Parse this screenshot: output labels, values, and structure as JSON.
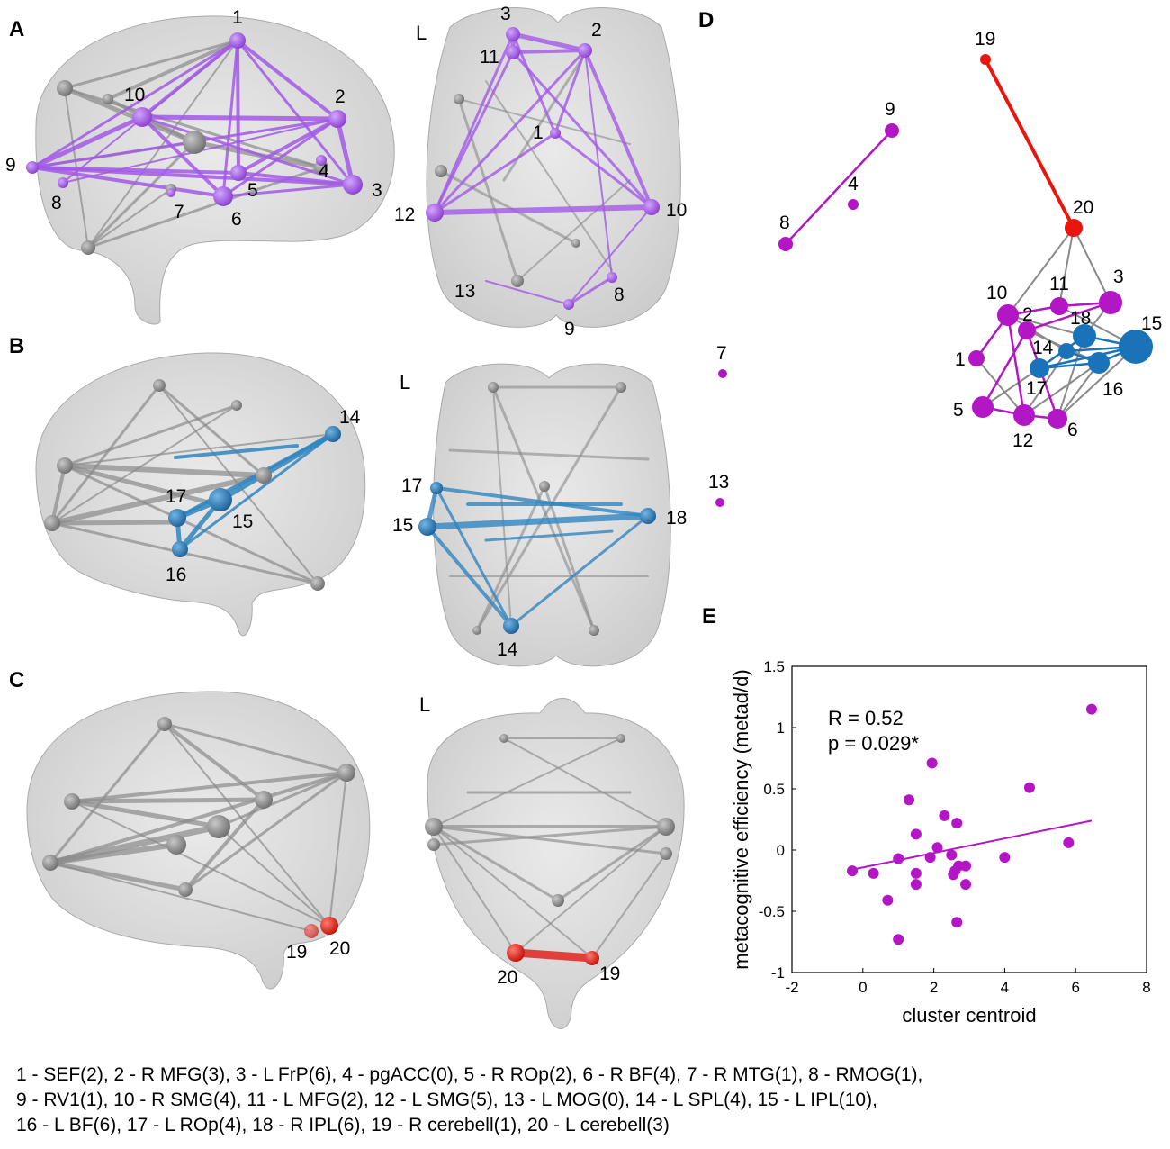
{
  "panels": {
    "A": {
      "letter": "A",
      "side_label": "L"
    },
    "B": {
      "letter": "B",
      "side_label": "L"
    },
    "C": {
      "letter": "C",
      "side_label": "L"
    },
    "D": {
      "letter": "D"
    },
    "E": {
      "letter": "E"
    }
  },
  "colors": {
    "purple": "#a259e6",
    "blue": "#2f86c0",
    "red": "#e0241c",
    "gray_node": "#8a8a8a",
    "magenta": "#b316c4",
    "network_blue": "#1a73b8",
    "network_red": "#e8160f",
    "brain_fill": "#c9c9c9"
  },
  "network_graph": {
    "edges_gray_color": "#8a8a8a",
    "nodes": [
      {
        "id": "1",
        "cluster": "purple"
      },
      {
        "id": "2",
        "cluster": "purple"
      },
      {
        "id": "3",
        "cluster": "purple"
      },
      {
        "id": "4",
        "cluster": "purple"
      },
      {
        "id": "5",
        "cluster": "purple"
      },
      {
        "id": "6",
        "cluster": "purple"
      },
      {
        "id": "7",
        "cluster": "purple"
      },
      {
        "id": "8",
        "cluster": "purple"
      },
      {
        "id": "9",
        "cluster": "purple"
      },
      {
        "id": "10",
        "cluster": "purple"
      },
      {
        "id": "11",
        "cluster": "purple"
      },
      {
        "id": "12",
        "cluster": "purple"
      },
      {
        "id": "13",
        "cluster": "purple"
      },
      {
        "id": "14",
        "cluster": "blue"
      },
      {
        "id": "15",
        "cluster": "blue"
      },
      {
        "id": "16",
        "cluster": "blue"
      },
      {
        "id": "17",
        "cluster": "blue"
      },
      {
        "id": "18",
        "cluster": "blue"
      },
      {
        "id": "19",
        "cluster": "red"
      },
      {
        "id": "20",
        "cluster": "red"
      }
    ]
  },
  "chart_data": {
    "type": "scatter",
    "xlabel": "cluster centroid",
    "ylabel": "metacognitive efficiency (metad/d)",
    "xlim": [
      -2,
      8
    ],
    "ylim": [
      -1,
      1.5
    ],
    "xticks": [
      "-2",
      "0",
      "2",
      "4",
      "6",
      "8"
    ],
    "yticks": [
      "-1",
      "-0.5",
      "0",
      "0.5",
      "1",
      "1.5"
    ],
    "annotations": [
      "R = 0.52",
      "p = 0.029*"
    ],
    "points_color": "#b316c4",
    "x": [
      -0.3,
      0.3,
      0.7,
      1.0,
      1.0,
      1.3,
      1.5,
      1.5,
      1.5,
      1.9,
      1.95,
      2.1,
      2.3,
      2.5,
      2.55,
      2.6,
      2.65,
      2.65,
      2.7,
      2.9,
      2.9,
      4.0,
      4.7,
      5.8,
      6.45
    ],
    "y": [
      -0.17,
      -0.19,
      -0.41,
      -0.07,
      -0.73,
      0.41,
      0.13,
      -0.19,
      -0.28,
      -0.06,
      0.71,
      0.02,
      0.28,
      -0.04,
      -0.2,
      -0.17,
      0.22,
      -0.59,
      -0.13,
      -0.13,
      -0.28,
      -0.06,
      0.51,
      0.06,
      1.15
    ],
    "fit": {
      "x": [
        -0.3,
        6.45
      ],
      "y": [
        -0.16,
        0.24
      ]
    }
  },
  "caption_lines": [
    "1 - SEF(2), 2 - R MFG(3), 3 - L FrP(6), 4 - pgACC(0), 5 - R ROp(2), 6 - R BF(4), 7 - R MTG(1), 8 -  RMOG(1),",
    "9 - RV1(1), 10 - R SMG(4), 11 - L MFG(2), 12 - L SMG(5), 13 - L MOG(0), 14 - L SPL(4), 15 - L IPL(10),",
    "16 - L BF(6), 17 - L ROp(4), 18 - R IPL(6), 19 - R cerebell(1), 20 - L cerebell(3)"
  ]
}
